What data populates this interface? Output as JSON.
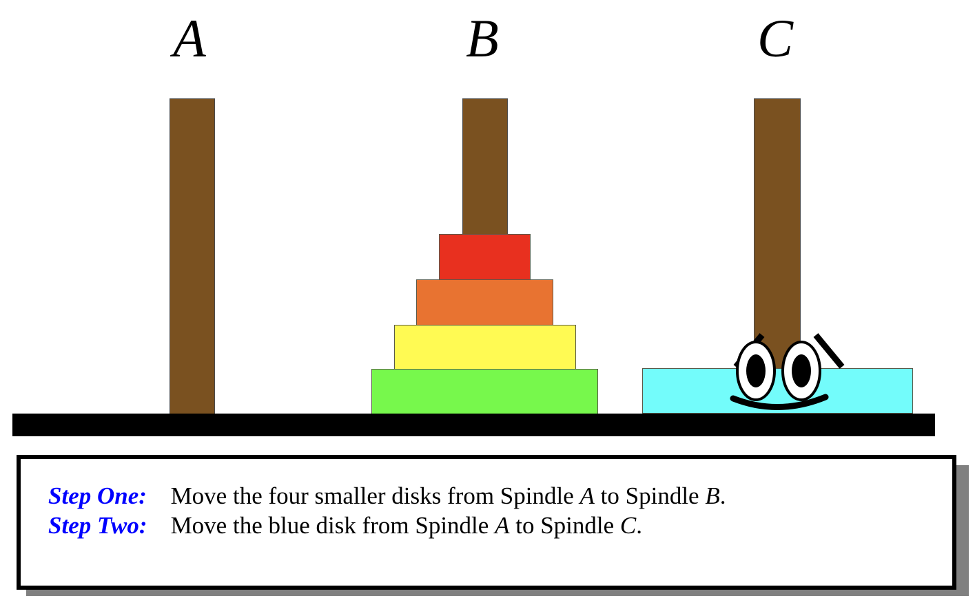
{
  "scene": {
    "title": "Towers of Hanoi spindle diagram",
    "spindles": [
      {
        "id": "a",
        "label": "A",
        "name": "Spindle A",
        "disks": []
      },
      {
        "id": "b",
        "label": "B",
        "name": "Spindle B",
        "disks": [
          "red",
          "orange",
          "yellow",
          "green"
        ]
      },
      {
        "id": "c",
        "label": "C",
        "name": "Spindle C",
        "disks": [
          "blue"
        ]
      }
    ],
    "disks": [
      {
        "id": "red",
        "color_name": "red",
        "color": "#e8301f",
        "size_rank": 1,
        "on_spindle": "B"
      },
      {
        "id": "orange",
        "color_name": "orange",
        "color": "#e87331",
        "size_rank": 2,
        "on_spindle": "B"
      },
      {
        "id": "yellow",
        "color_name": "yellow",
        "color": "#fffa53",
        "size_rank": 3,
        "on_spindle": "B"
      },
      {
        "id": "green",
        "color_name": "green",
        "color": "#77f84c",
        "size_rank": 4,
        "on_spindle": "B"
      },
      {
        "id": "blue",
        "color_name": "blue",
        "color": "#73fcfb",
        "size_rank": 5,
        "on_spindle": "C"
      }
    ],
    "colors": {
      "spindle_brown": "#7a5120",
      "base_black": "#000000",
      "box_border": "#000000",
      "box_shadow": "#808080",
      "step_label_blue": "#0000ff",
      "face_white": "#ffffff",
      "face_black": "#000000"
    },
    "face": {
      "on_spindle": "C",
      "expression": "smiling",
      "parts": [
        "left-eyebrow",
        "right-eyebrow",
        "left-eye",
        "right-eye",
        "mouth"
      ]
    }
  },
  "instructions": {
    "steps": [
      {
        "label": "Step One:",
        "text_before": "Move the four smaller disks from Spindle ",
        "from": "A",
        "text_middle": " to Spindle ",
        "to": "B",
        "text_after": "."
      },
      {
        "label": "Step Two:",
        "text_before": "Move the blue disk from Spindle ",
        "from": "A",
        "text_middle": " to Spindle ",
        "to": "C",
        "text_after": "."
      }
    ]
  }
}
